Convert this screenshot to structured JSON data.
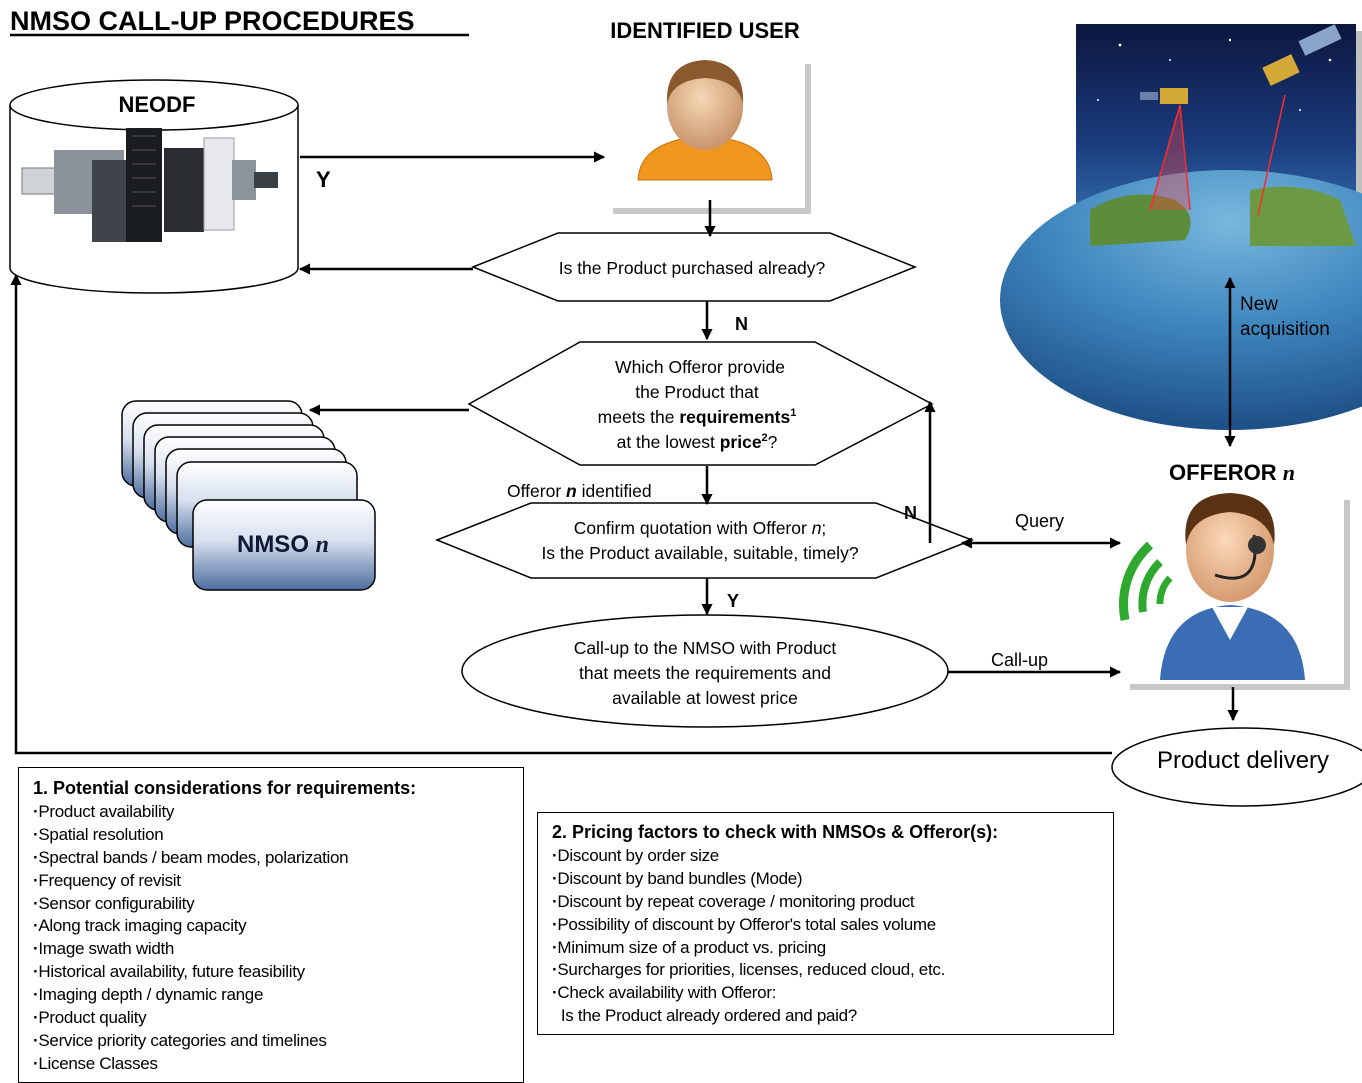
{
  "title": "NMSO CALL-UP PROCEDURES",
  "nodes": {
    "neodf": "NEODF",
    "identified_user": "IDENTIFIED USER",
    "purchased_question": "Is the Product purchased already?",
    "which_offeror": {
      "line1": "Which Offeror provide",
      "line2": "the Product that",
      "line3_pre": "meets the ",
      "line3_bold": "requirements",
      "line3_sup": "1",
      "line4_pre": "at the lowest ",
      "line4_bold": "price",
      "line4_sup": "2",
      "line4_post": "?"
    },
    "offeror_identified": {
      "pre": "Offeror ",
      "n": "n",
      "post": " identified"
    },
    "confirm": {
      "line1_pre": "Confirm quotation with Offeror ",
      "line1_n": "n",
      "line1_post": ";",
      "line2": "Is the Product available, suitable, timely?"
    },
    "callup_box": {
      "line1": "Call-up to the NMSO with Product",
      "line2": "that meets the requirements and",
      "line3": "available at lowest price"
    },
    "nmso": {
      "pre": "NMSO ",
      "n": "n"
    },
    "offeror": {
      "pre": "OFFEROR ",
      "n": "n"
    },
    "product_delivery": "Product delivery",
    "new_acquisition": {
      "line1": "New",
      "line2": "acquisition"
    }
  },
  "edge_labels": {
    "y_top": "Y",
    "n_purchased": "N",
    "n_confirm": "N",
    "y_confirm": "Y",
    "query": "Query",
    "callup": "Call-up"
  },
  "requirements_box": {
    "heading": "1.  Potential considerations for requirements:",
    "items": [
      "Product availability",
      "Spatial resolution",
      "Spectral bands / beam modes, polarization",
      "Frequency of revisit",
      "Sensor configurability",
      "Along track imaging capacity",
      "Image swath width",
      "Historical availability, future feasibility",
      "Imaging depth / dynamic range",
      "Product quality",
      "Service priority categories  and timelines",
      "License Classes"
    ]
  },
  "pricing_box": {
    "heading": "2. Pricing factors to check with NMSOs & Offeror(s):",
    "items": [
      "Discount by order size",
      "Discount by band bundles (Mode)",
      "Discount by repeat coverage / monitoring product",
      "Possibility of discount by Offeror's total sales volume",
      "Minimum size of a product vs. pricing",
      "Surcharges for priorities, licenses, reduced cloud, etc.",
      "Check availability with Offeror:"
    ],
    "continuation": "Is the Product already ordered and paid?"
  },
  "icons": [
    "database-cylinder-icon",
    "server-hardware-icon",
    "user-avatar-icon",
    "satellite-earth-image",
    "call-center-operator-icon",
    "stacked-cards-icon"
  ]
}
